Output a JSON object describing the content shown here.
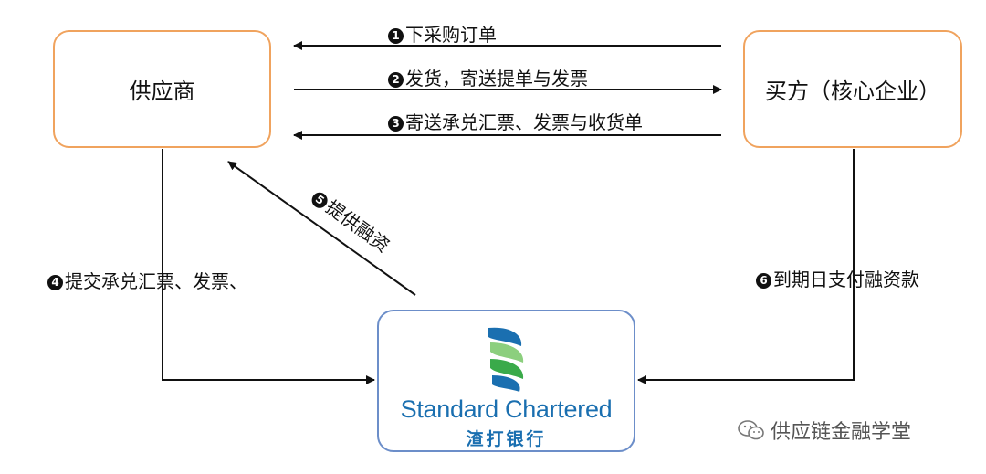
{
  "nodes": {
    "supplier": "供应商",
    "buyer": "买方（核心企业）",
    "bank_en": "Standard Chartered",
    "bank_zh": "渣打银行"
  },
  "steps": [
    {
      "num": "1",
      "text": "下采购订单"
    },
    {
      "num": "2",
      "text": "发货，寄送提单与发票"
    },
    {
      "num": "3",
      "text": "寄送承兑汇票、发票与收货单"
    },
    {
      "num": "4",
      "text": "提交承兑汇票、发票、"
    },
    {
      "num": "5",
      "text": "提供融资"
    },
    {
      "num": "6",
      "text": "到期日支付融资款"
    }
  ],
  "watermark": "供应链金融学堂",
  "colors": {
    "supplier_border": "#f0a35e",
    "buyer_border": "#f0a35e",
    "bank_border": "#6c8ec9",
    "bank_text": "#1a6fb0",
    "logo_blue": "#1a6fb0",
    "logo_green": "#3aaa4a"
  }
}
